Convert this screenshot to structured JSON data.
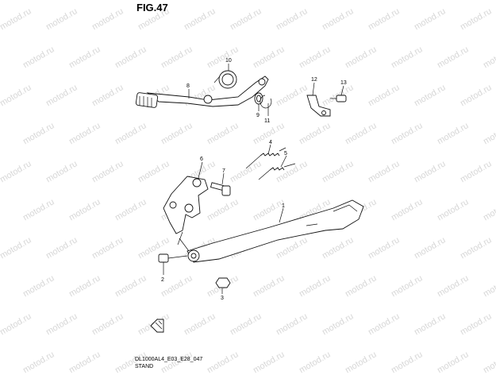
{
  "figure": {
    "title": "FIG.47",
    "model_code": "DL1000AL4_E03_E28_047",
    "caption": "STAND"
  },
  "watermark": {
    "text": "motod.ru"
  },
  "callouts": [
    "1",
    "2",
    "3",
    "4",
    "5",
    "6",
    "7",
    "8",
    "9",
    "10",
    "11",
    "12",
    "13"
  ],
  "icons": {
    "front_arrow": "front-direction-arrow-icon"
  }
}
